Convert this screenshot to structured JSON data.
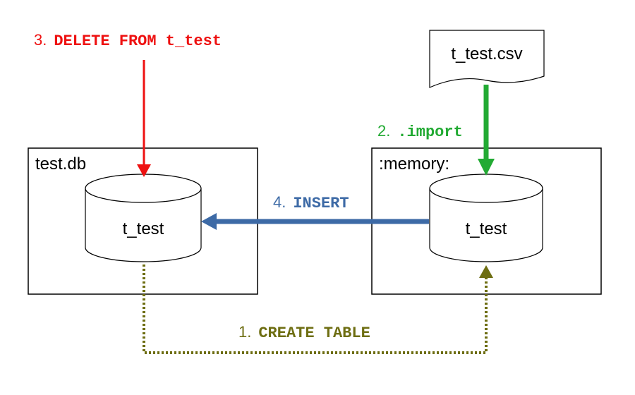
{
  "colors": {
    "delete": "#ee1111",
    "import": "#22aa33",
    "insert": "#3d6aa6",
    "create": "#6e6e12",
    "stroke": "#000000"
  },
  "steps": {
    "delete": {
      "number": "3.",
      "command": "DELETE FROM t_test"
    },
    "import": {
      "number": "2.",
      "command": ".import"
    },
    "insert": {
      "number": "4.",
      "command": "INSERT"
    },
    "create": {
      "number": "1.",
      "command": "CREATE TABLE"
    }
  },
  "left_box": {
    "title": "test.db",
    "table": "t_test"
  },
  "right_box": {
    "title": ":memory:",
    "table": "t_test"
  },
  "file": {
    "name": "t_test.csv"
  }
}
